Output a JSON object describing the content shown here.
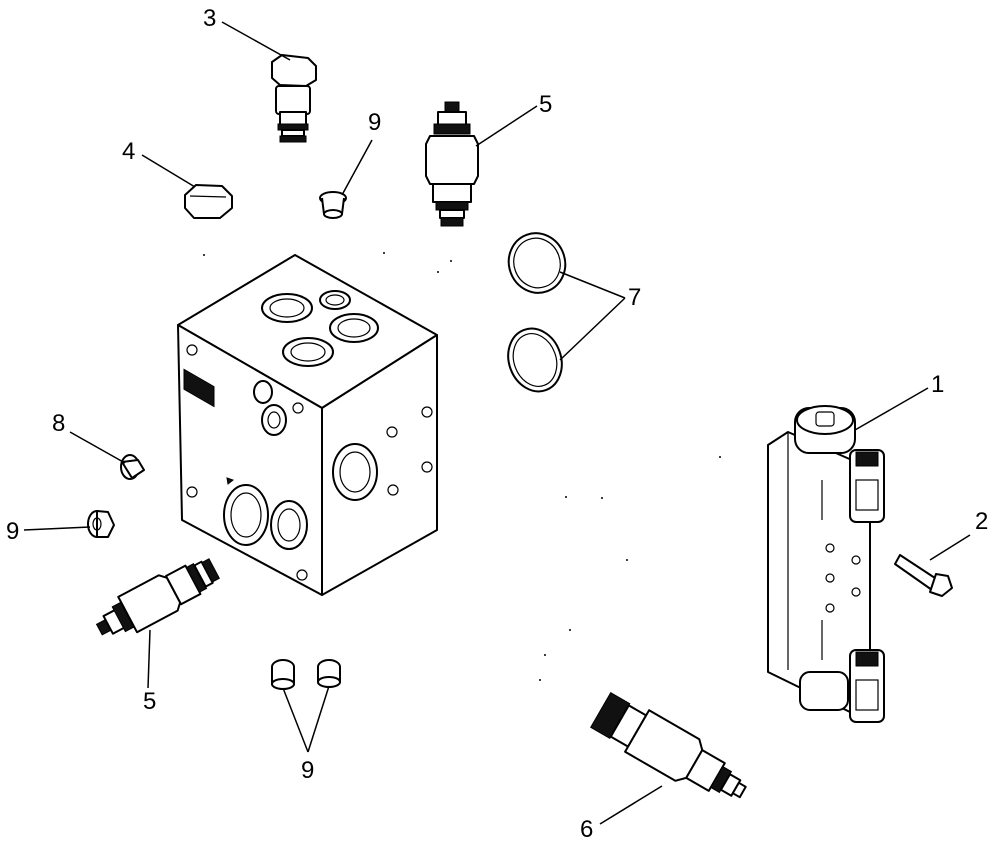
{
  "diagram": {
    "callouts": [
      {
        "id": "c1",
        "label": "1"
      },
      {
        "id": "c2",
        "label": "2"
      },
      {
        "id": "c3",
        "label": "3"
      },
      {
        "id": "c4",
        "label": "4"
      },
      {
        "id": "c5a",
        "label": "5"
      },
      {
        "id": "c5b",
        "label": "5"
      },
      {
        "id": "c6",
        "label": "6"
      },
      {
        "id": "c7",
        "label": "7"
      },
      {
        "id": "c8",
        "label": "8"
      },
      {
        "id": "c9a",
        "label": "9"
      },
      {
        "id": "c9b",
        "label": "9"
      },
      {
        "id": "c9c",
        "label": "9"
      }
    ]
  }
}
